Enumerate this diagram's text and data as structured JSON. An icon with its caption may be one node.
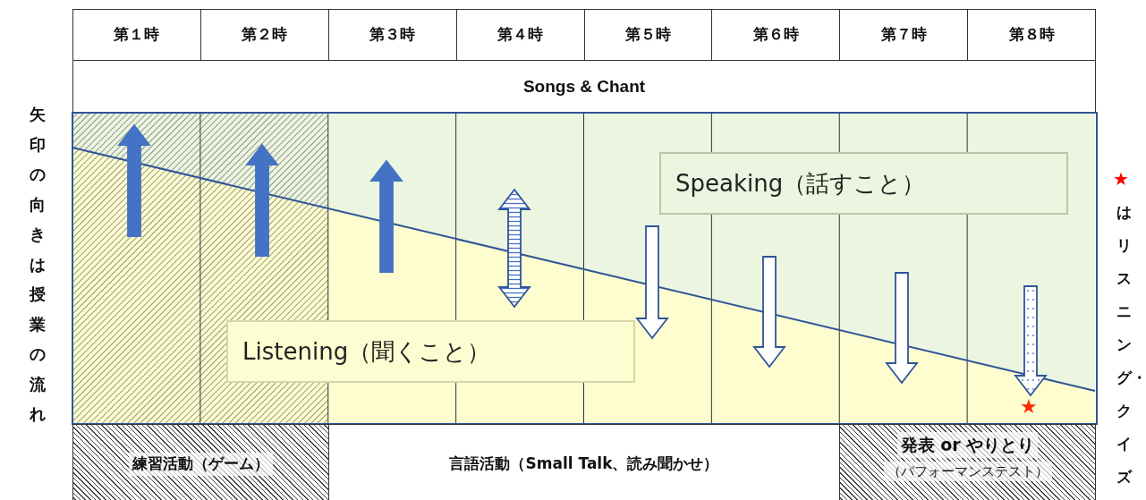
{
  "diagram": {
    "nodes": [
      {
        "text": [
          "Speaking（話すこと）"
        ]
      },
      {
        "text": [
          "Listening（聞くこと）"
        ]
      }
    ],
    "labels": [
      "第１時",
      "第２時",
      "第３時",
      "第４時",
      "第５時",
      "第６時",
      "第７時",
      "第８時",
      "Songs & Chant",
      "矢印の向きは授業の流れ",
      "★",
      "はリスニング・クイズ",
      "★",
      "練習活動（ゲーム）",
      "言語活動（Small Talk、読み聞かせ）",
      "発表 or やりとり",
      "（パフォーマンステスト）"
    ]
  }
}
